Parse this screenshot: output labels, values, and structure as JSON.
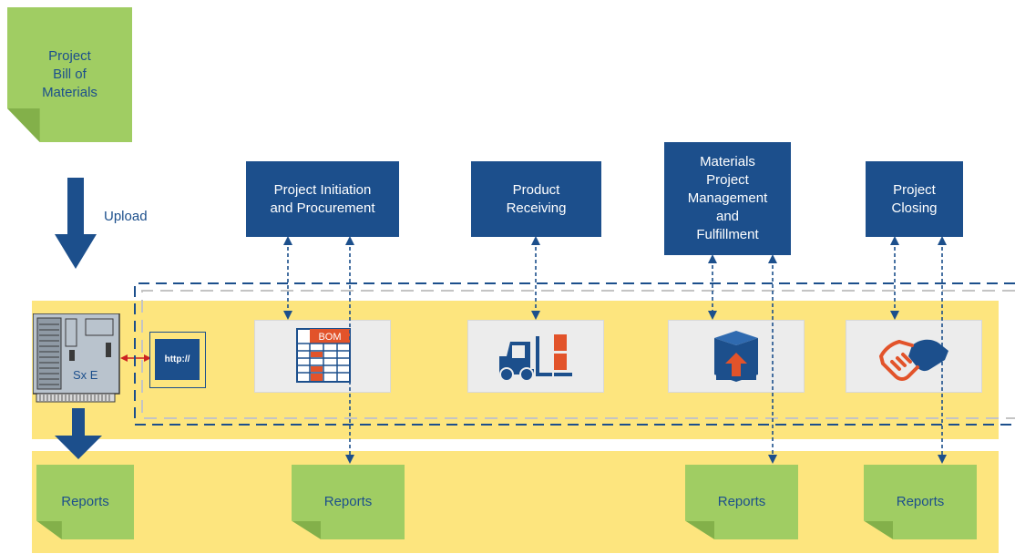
{
  "colors": {
    "step_box": "#1c4f8c",
    "note": "#a0cd63",
    "note_fold": "#83b04a",
    "band": "#fde57e",
    "card": "#ececec",
    "accent": "#e2532a"
  },
  "bom_note": {
    "label": "Project\nBill of\nMaterials"
  },
  "upload_label": "Upload",
  "steps": [
    {
      "label": "Project Initiation\nand Procurement"
    },
    {
      "label": "Product\nReceiving"
    },
    {
      "label": "Materials\nProject\nManagement\nand\nFulfillment"
    },
    {
      "label": "Project\nClosing"
    }
  ],
  "server": {
    "label": "Sx E",
    "icon": "server-board-icon"
  },
  "web": {
    "label": "http://",
    "icon": "browser-icon"
  },
  "cards": [
    {
      "icon": "bom-table-icon",
      "label": "BOM"
    },
    {
      "icon": "forklift-icon"
    },
    {
      "icon": "package-upload-icon"
    },
    {
      "icon": "handshake-icon"
    }
  ],
  "reports": [
    {
      "label": "Reports"
    },
    {
      "label": "Reports"
    },
    {
      "label": "Reports"
    },
    {
      "label": "Reports"
    }
  ]
}
